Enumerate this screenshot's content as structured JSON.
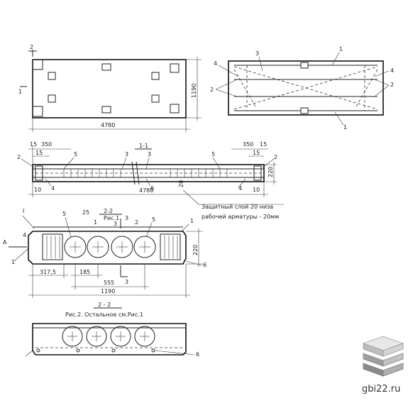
{
  "plan": {
    "label_section": "2",
    "dim_width": "4780",
    "dim_height": "1190",
    "side_mark": "1"
  },
  "scheme": {
    "labels": [
      "1",
      "2",
      "3",
      "4",
      "1",
      "4",
      "2"
    ]
  },
  "section_1_1": {
    "title": "1-1",
    "dim_left": [
      "15",
      "350",
      "15"
    ],
    "dim_right": [
      "350",
      "15",
      "15"
    ],
    "dim_height": "220",
    "dim_length": "4780",
    "dim_bottom_left": "10",
    "dim_bottom_right": "10",
    "dim_center": "20",
    "marks": [
      "2",
      "5",
      "4",
      "3",
      "3",
      "6",
      "5",
      "2",
      "4"
    ]
  },
  "note": {
    "line1": "Защитный слой 20 низа",
    "line2": "рабочей арматуры - 20мм"
  },
  "section_2_2_top": {
    "title": "2-2",
    "subtitle": "Рис.1",
    "marks": [
      "I",
      "5",
      "25",
      "1",
      "3",
      "3",
      "2",
      "5",
      "1",
      "4",
      "1",
      "A",
      "6"
    ],
    "dim_height": "220",
    "dim_1": "317,5",
    "dim_2": "185",
    "dim_3": "555",
    "dim_4": "1190",
    "cut_mark": "3"
  },
  "section_2_2_bottom": {
    "title": "2 - 2",
    "subtitle": "Рис.2. Остальное см.Рис.1",
    "mark": "6"
  },
  "brand": {
    "site": "gbi22.ru"
  }
}
